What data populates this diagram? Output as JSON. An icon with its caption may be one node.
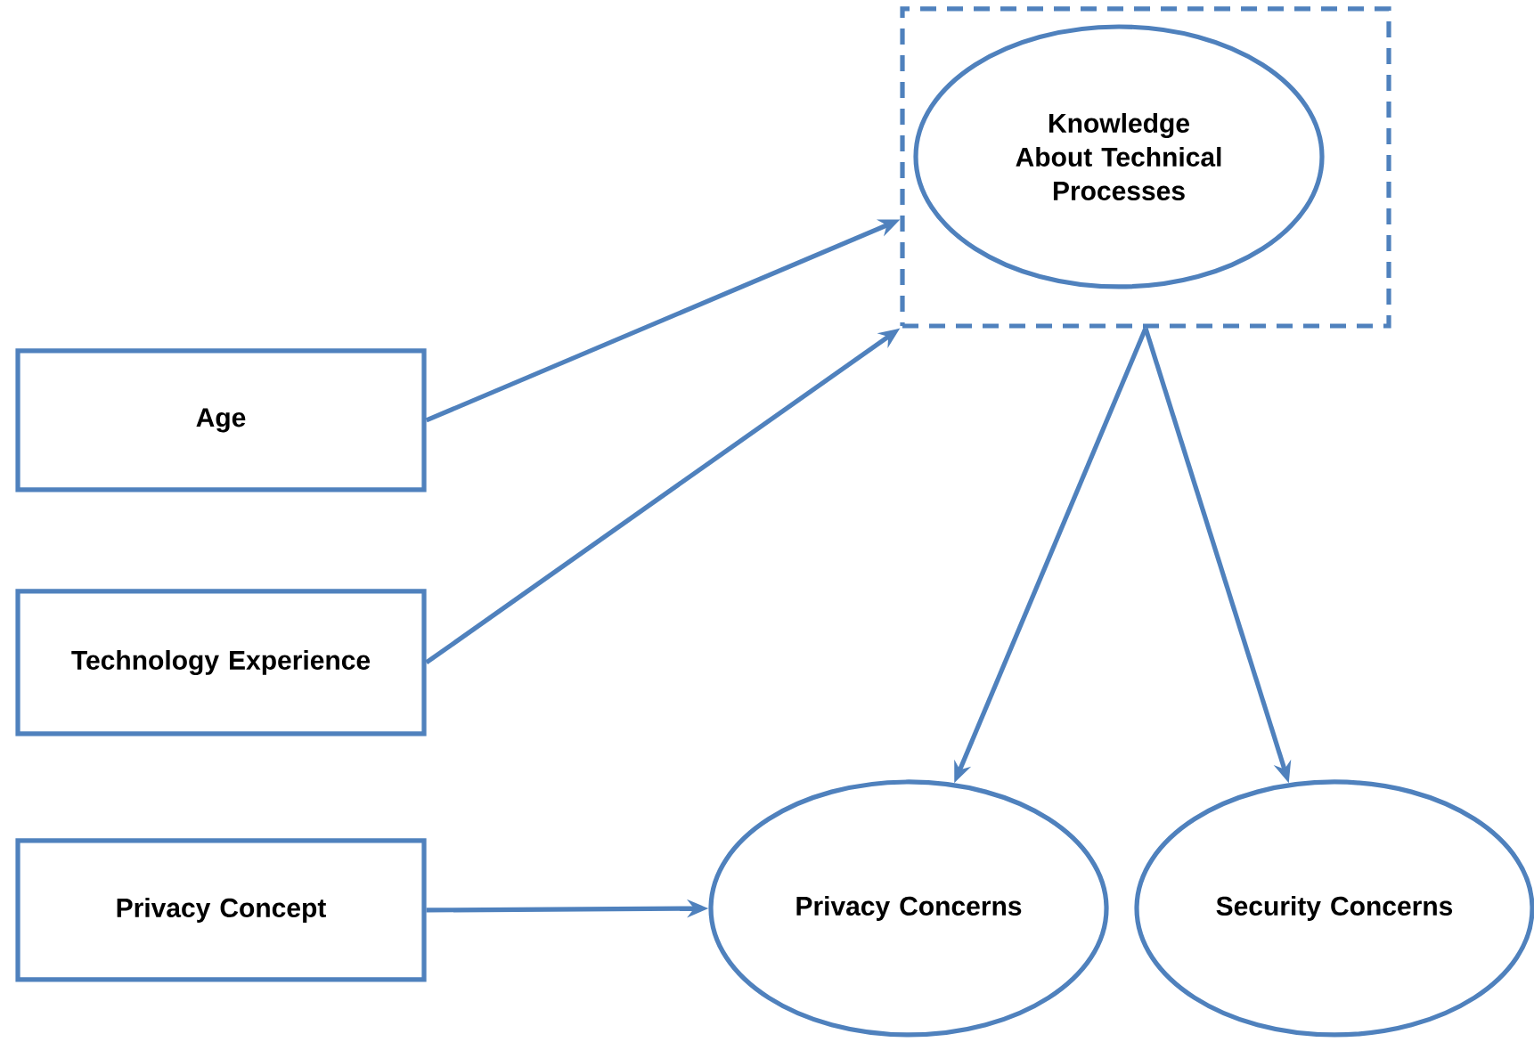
{
  "diagram": {
    "nodes": [
      {
        "text": [],
        "shape": "box"
      },
      {
        "text": [
          "Knowledge About Technical Processes"
        ],
        "in": 0
      },
      {
        "text": [
          "Age"
        ]
      },
      {
        "text": [
          "Technology Experience"
        ]
      },
      {
        "text": [
          "Privacy Concept"
        ]
      },
      {
        "text": [
          "Privacy Concerns"
        ]
      },
      {
        "text": [
          "Security Concerns"
        ]
      }
    ],
    "edges": [
      {
        "from": 2,
        "to": 0,
        "arrow": "to"
      },
      {
        "from": 3,
        "to": 0,
        "arrow": "to"
      },
      {
        "from": 0,
        "to": 5,
        "arrow": "to"
      },
      {
        "from": 0,
        "to": 6,
        "arrow": "to"
      },
      {
        "from": 4,
        "to": 5,
        "arrow": "to"
      }
    ]
  }
}
